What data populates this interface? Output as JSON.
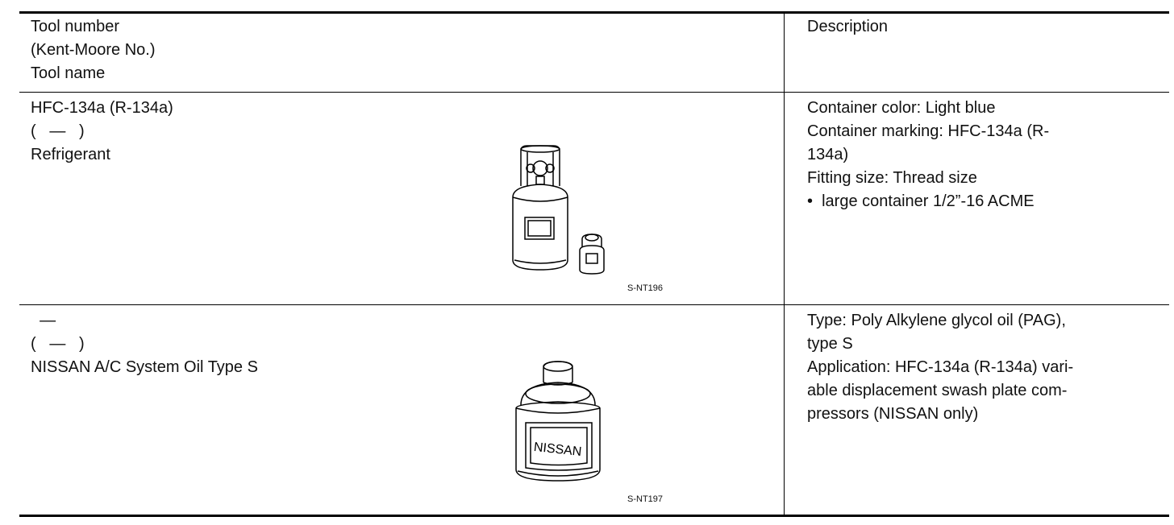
{
  "header": {
    "left_lines": [
      "Tool number",
      "(Kent-Moore No.)",
      "Tool name"
    ],
    "right": "Description"
  },
  "rows": [
    {
      "left_lines": [
        "HFC-134a (R-134a)",
        "(   —   )",
        "Refrigerant"
      ],
      "right_lines": [
        "Container color: Light blue",
        "Container marking: HFC-134a (R-",
        "134a)",
        "Fitting size: Thread size",
        "•  large container 1/2”-16 ACME"
      ],
      "figure_caption": "S-NT196",
      "figure_icon": "refrigerant-cylinder-icon"
    },
    {
      "left_lines": [
        "  —",
        "(   —   )",
        "NISSAN A/C System Oil Type S"
      ],
      "right_lines": [
        "Type: Poly Alkylene glycol oil (PAG),",
        "type S",
        "Application: HFC-134a (R-134a) vari-",
        "able displacement swash plate com-",
        "pressors (NISSAN only)"
      ],
      "figure_caption": "S-NT197",
      "figure_label": "NISSAN",
      "figure_icon": "oil-can-icon"
    }
  ]
}
